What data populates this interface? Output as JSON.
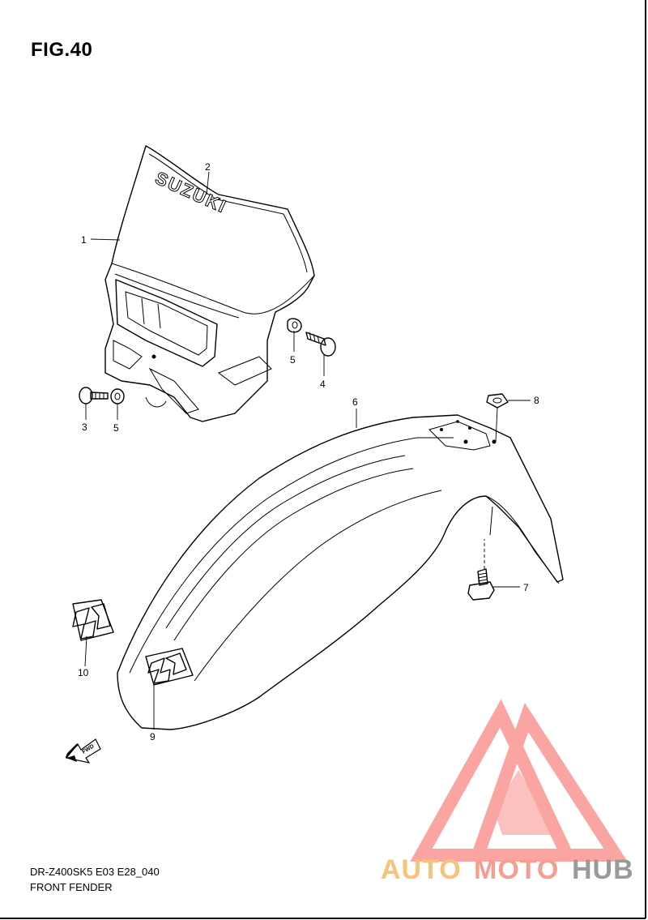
{
  "figure": {
    "title": "FIG.40"
  },
  "footer": {
    "model_code": "DR-Z400SK5 E03 E28_040",
    "section_name": "FRONT FENDER"
  },
  "parts": {
    "headlight_housing_text": "SUZUKI",
    "fwd_arrow_text": "FWD",
    "callouts": [
      "1",
      "2",
      "3",
      "4",
      "5",
      "5",
      "6",
      "7",
      "8",
      "9",
      "10"
    ]
  },
  "watermark": {
    "word_auto": "AUTO",
    "word_moto": "MOTO",
    "word_hub": "HUB",
    "colors": {
      "auto": "#f7c27a",
      "moto": "#f59e90",
      "hub": "#9a9a9a",
      "logo": "#fb9c98"
    }
  }
}
